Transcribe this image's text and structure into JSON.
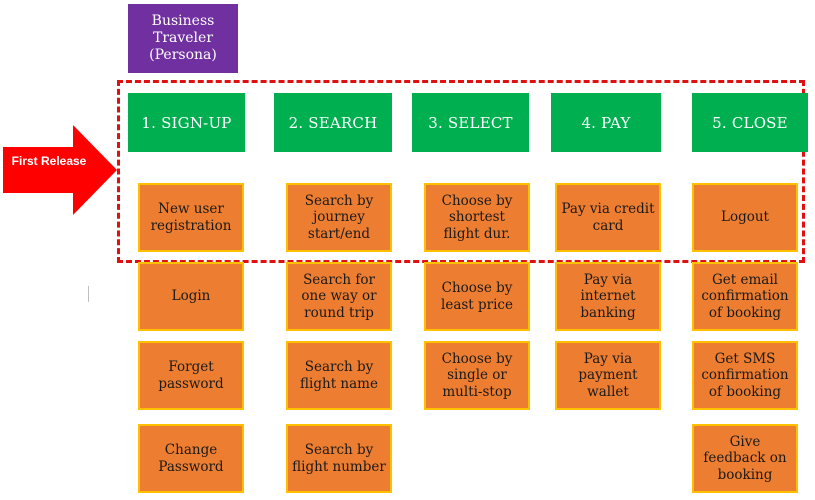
{
  "persona": "Business Traveler (Persona)",
  "release": {
    "label": "First Release"
  },
  "stages": [
    {
      "label": "1. SIGN-UP",
      "stories": [
        "New user registration",
        "Login",
        "Forget password",
        "Change Password"
      ]
    },
    {
      "label": "2. SEARCH",
      "stories": [
        "Search by journey start/end",
        "Search for one way or round trip",
        "Search by flight name",
        "Search by flight number"
      ]
    },
    {
      "label": "3. SELECT",
      "stories": [
        "Choose by shortest flight dur.",
        "Choose by least price",
        "Choose by single or multi-stop"
      ]
    },
    {
      "label": "4. PAY",
      "stories": [
        "Pay via credit card",
        "Pay via internet banking",
        "Pay via payment wallet"
      ]
    },
    {
      "label": "5. CLOSE",
      "stories": [
        "Logout",
        "Get email confirmation of booking",
        "Get SMS confirmation of booking",
        "Give feedback on booking"
      ]
    }
  ],
  "colors": {
    "persona": "#7030a0",
    "stage": "#00b050",
    "story": "#ed7d31",
    "story_border": "#ffc000",
    "release_marker": "#e01010"
  }
}
